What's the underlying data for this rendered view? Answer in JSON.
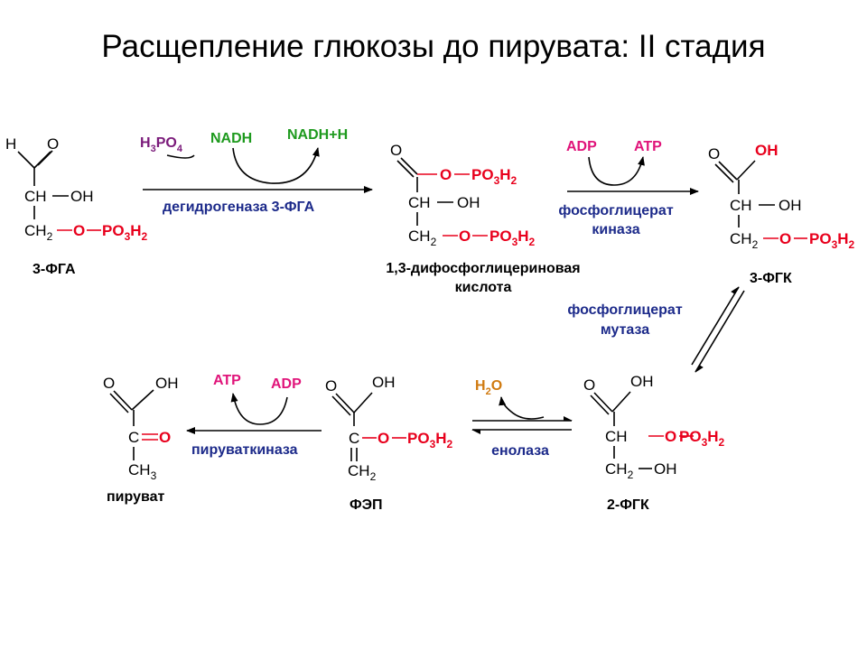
{
  "title": "Расщепление глюкозы до пирувата: II стадия",
  "compounds": {
    "fga3": {
      "name": "3-ФГА"
    },
    "dpg13": {
      "name_line1": "1,3-дифосфоглицериновая",
      "name_line2": "кислота"
    },
    "fgk3": {
      "name": "3-ФГК"
    },
    "fgk2": {
      "name": "2-ФГК"
    },
    "fep": {
      "name": "ФЭП"
    },
    "pyruvate": {
      "name": "пируват"
    }
  },
  "atoms": {
    "H": "H",
    "O": "O",
    "OH": "OH",
    "CH": "CH",
    "CH2": "CH",
    "C": "C",
    "CH3": "CH",
    "sub2": "2",
    "sub3": "3",
    "PO": "PO",
    "H_": "H"
  },
  "cofactors": {
    "h3po4": {
      "H": "H",
      "sub3": "3",
      "PO": "PO",
      "sub4": "4"
    },
    "nadh": "NADH",
    "nadh_h": "NADH+H",
    "adp": "ADP",
    "atp": "ATP",
    "h2o": {
      "H": "H",
      "sub2": "2",
      "O": "O"
    }
  },
  "enzymes": {
    "dehydrogenase": "дегидрогеназа 3-ФГА",
    "kinase_line1": "фосфоглицерат",
    "kinase_line2": "киназа",
    "mutase_line1": "фосфоглицерат",
    "mutase_line2": "мутаза",
    "enolase": "енолаза",
    "pyruvate_kinase": "пируваткиназа"
  },
  "colors": {
    "red_atoms": "#e8001c",
    "phosphate_donor": "#7a1a7a",
    "nadh": "#1e9a1e",
    "atp_adp": "#e0147a",
    "water": "#d07a10",
    "enzyme_text": "#1c2a8a"
  }
}
